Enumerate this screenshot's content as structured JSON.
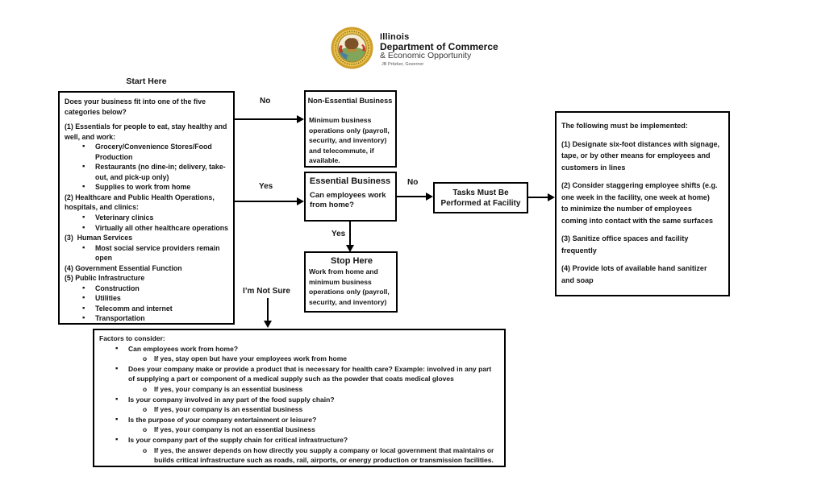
{
  "logo": {
    "line1": "Illinois",
    "line2": "Department of Commerce",
    "line3": "& Economic Opportunity",
    "line4": "JB Pritzker, Governor"
  },
  "labels": {
    "start_here": "Start Here",
    "no_to_nonessential": "No",
    "yes_to_essential": "Yes",
    "no_to_facility": "No",
    "yes_to_stop": "Yes",
    "im_not_sure": "I’m Not Sure"
  },
  "category_box": {
    "items": [
      {
        "type": "para",
        "text": "Does your business fit into one of the five\ncategories below?",
        "gap": true
      },
      {
        "type": "para",
        "text": "(1) Essentials for people to eat, stay healthy and\nwell, and work:"
      },
      {
        "type": "bullet",
        "text": "Grocery/Convenience Stores/Food\nProduction"
      },
      {
        "type": "bullet",
        "text": "Restaurants (no dine-in; delivery, take-\nout, and pick-up only)"
      },
      {
        "type": "bullet",
        "text": "Supplies to work from home"
      },
      {
        "type": "para",
        "text": "(2) Healthcare and Public Health Operations,\nhospitals, and clinics:"
      },
      {
        "type": "bullet",
        "text": "Veterinary clinics"
      },
      {
        "type": "bullet",
        "text": "Virtually all other healthcare operations"
      },
      {
        "type": "para",
        "text": "(3)  Human Services"
      },
      {
        "type": "bullet",
        "text": "Most social service providers remain\nopen"
      },
      {
        "type": "para",
        "text": "(4) Government Essential Function"
      },
      {
        "type": "para",
        "text": "(5) Public Infrastructure"
      },
      {
        "type": "bullet",
        "text": "Construction"
      },
      {
        "type": "bullet",
        "text": "Utilities"
      },
      {
        "type": "bullet",
        "text": "Telecomm and internet"
      },
      {
        "type": "bullet",
        "text": "Transportation"
      }
    ]
  },
  "non_essential_box": {
    "title": "Non-Essential Business",
    "body": "Minimum business\noperations only (payroll,\nsecurity, and inventory)\nand telecommute, if\navailable."
  },
  "essential_box": {
    "title": "Essential Business",
    "body": "Can employees work\nfrom home?"
  },
  "facility_box": {
    "title": "Tasks Must Be\nPerformed at Facility"
  },
  "stop_box": {
    "title": "Stop Here",
    "body": "Work from home and\nminimum business\noperations only (payroll,\nsecurity, and inventory)"
  },
  "implementation_box": {
    "title": "The following must be implemented:",
    "items": [
      "(1) Designate six-foot distances with signage,\ntape, or by other means for employees and\ncustomers in lines",
      "(2) Consider staggering employee shifts (e.g.\none week in the facility, one week at home)\nto minimize the number of employees\ncoming into contact with the same surfaces",
      "(3) Sanitize office spaces and facility\nfrequently",
      "(4) Provide lots of available hand sanitizer\nand soap"
    ]
  },
  "factors_box": {
    "title": "Factors to consider:",
    "items": [
      {
        "level": 1,
        "text": "Can employees work from home?"
      },
      {
        "level": 2,
        "text": "If yes, stay open but have your employees work from home"
      },
      {
        "level": 1,
        "text": "Does your company make or provide a product that is necessary for health care? Example: involved in any part\nof supplying a part or component of a medical supply such as the powder that coats medical gloves"
      },
      {
        "level": 2,
        "text": "If yes, your company is an essential business"
      },
      {
        "level": 1,
        "text": "Is your company involved in any part of the food supply chain?"
      },
      {
        "level": 2,
        "text": "If yes, your company is an essential business"
      },
      {
        "level": 1,
        "text": "Is the purpose of your company entertainment or leisure?"
      },
      {
        "level": 2,
        "text": "If yes, your company is not an essential business"
      },
      {
        "level": 1,
        "text": "Is your company part of the supply chain for critical infrastructure?"
      },
      {
        "level": 2,
        "text": "If yes, the answer depends on how directly you supply a company or local government that maintains or\nbuilds critical infrastructure such as roads, rail, airports, or energy production or transmission facilities."
      }
    ]
  }
}
